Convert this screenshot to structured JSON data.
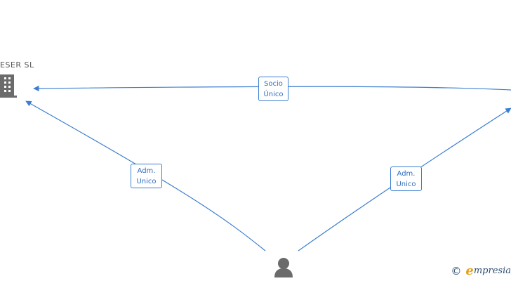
{
  "nodes": {
    "company_left": {
      "label": "ESER  SL",
      "icon": "building-icon"
    },
    "person": {
      "icon": "person-icon"
    }
  },
  "edges": [
    {
      "id": "socio-unico",
      "line1": "Socio",
      "line2": "Único"
    },
    {
      "id": "adm-unico-left",
      "line1": "Adm.",
      "line2": "Unico"
    },
    {
      "id": "adm-unico-right",
      "line1": "Adm.",
      "line2": "Unico"
    }
  ],
  "watermark": {
    "copyright": "©",
    "brand_initial": "e",
    "brand_rest": "mpresia"
  },
  "colors": {
    "edge": "#3c7fd1",
    "edge_text": "#2f6fc0",
    "icon": "#6b6b6b",
    "brand": "#2d4e73",
    "brand_accent": "#e6a117"
  }
}
